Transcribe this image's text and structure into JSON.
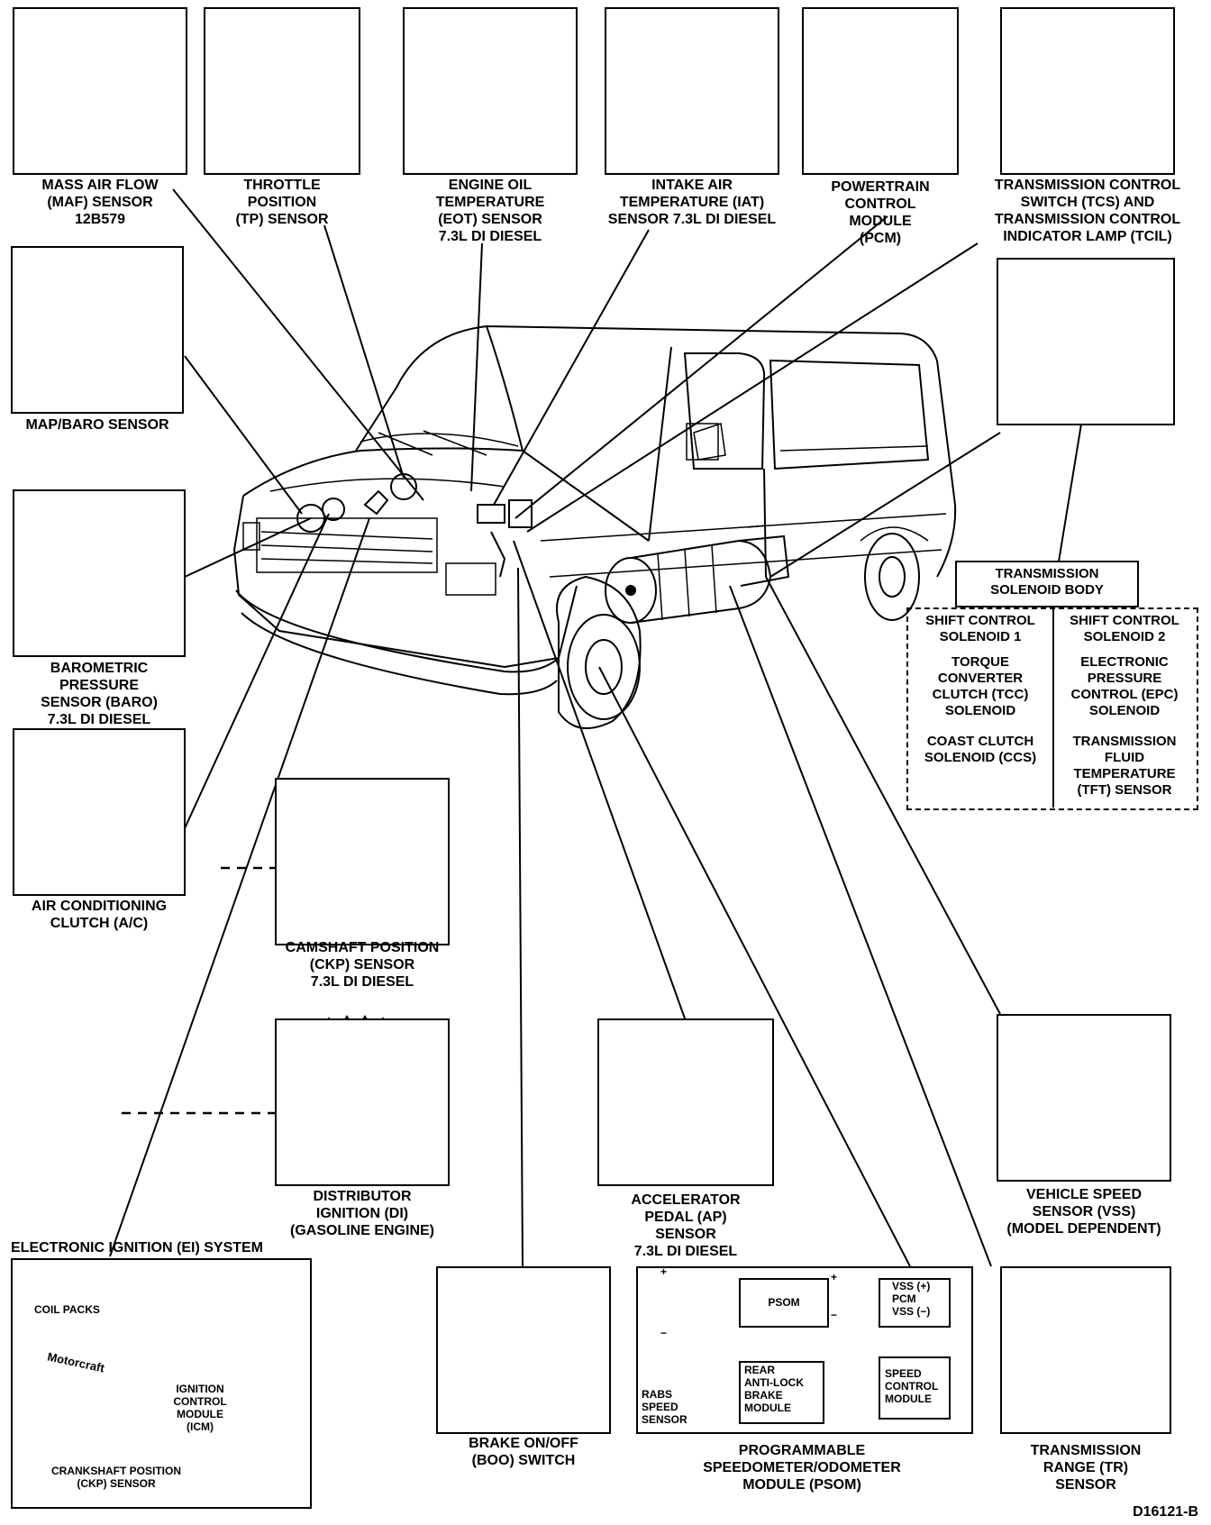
{
  "figure_id": "D16121-B",
  "components": {
    "maf": "MASS AIR FLOW\n(MAF) SENSOR\n12B579",
    "tp": "THROTTLE\nPOSITION\n(TP) SENSOR",
    "eot": "ENGINE OIL\nTEMPERATURE\n(EOT) SENSOR\n7.3L DI DIESEL",
    "iat": "INTAKE AIR\nTEMPERATURE (IAT)\nSENSOR 7.3L DI DIESEL",
    "pcm": "POWERTRAIN\nCONTROL\nMODULE\n(PCM)",
    "tcs": "TRANSMISSION CONTROL\nSWITCH (TCS) AND\nTRANSMISSION CONTROL\nINDICATOR LAMP (TCIL)",
    "map": "MAP/BARO SENSOR",
    "baro": "BAROMETRIC\nPRESSURE\nSENSOR (BARO)\n7.3L DI DIESEL",
    "ac": "AIR CONDITIONING\nCLUTCH (A/C)",
    "cmp": "CAMSHAFT POSITION\n(CKP) SENSOR\n7.3L DI DIESEL",
    "di": "DISTRIBUTOR\nIGNITION (DI)\n(GASOLINE ENGINE)",
    "ap": "ACCELERATOR\nPEDAL (AP)\nSENSOR\n7.3L DI DIESEL",
    "vss": "VEHICLE SPEED\nSENSOR (VSS)\n(MODEL DEPENDENT)",
    "ei_title": "ELECTRONIC IGNITION (EI) SYSTEM",
    "coil_packs": "COIL PACKS",
    "icm": "IGNITION\nCONTROL\nMODULE\n(ICM)",
    "ckp": "CRANKSHAFT POSITION\n(CKP) SENSOR",
    "boo": "BRAKE ON/OFF\n(BOO) SWITCH",
    "psom": "PROGRAMMABLE\nSPEEDOMETER/ODOMETER\nMODULE (PSOM)",
    "tr": "TRANSMISSION\nRANGE (TR)\nSENSOR"
  },
  "solenoid_body": {
    "title": "TRANSMISSION\nSOLENOID BODY",
    "cells": [
      "SHIFT CONTROL\nSOLENOID 1",
      "SHIFT CONTROL\nSOLENOID 2",
      "TORQUE\nCONVERTER\nCLUTCH (TCC)\nSOLENOID",
      "ELECTRONIC\nPRESSURE\nCONTROL (EPC)\nSOLENOID",
      "COAST CLUTCH\nSOLENOID (CCS)",
      "TRANSMISSION\nFLUID\nTEMPERATURE\n(TFT) SENSOR"
    ]
  },
  "psom_schematic": {
    "psom": "PSOM",
    "vss_plus": "VSS (+)",
    "pcm": "PCM",
    "vss_minus": "VSS (−)",
    "rabs_speed": "RABS\nSPEED\nSENSOR",
    "rear_abs": "REAR\nANTI-LOCK\nBRAKE\nMODULE",
    "speed_control": "SPEED\nCONTROL\nMODULE",
    "plus": "+",
    "minus": "−",
    "ground": "−"
  },
  "icm_brand": "Motorcraft"
}
